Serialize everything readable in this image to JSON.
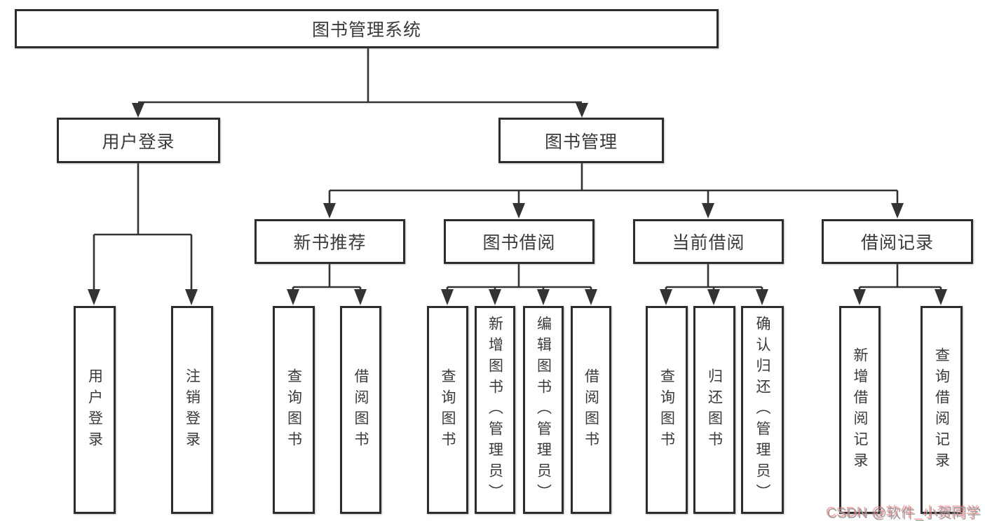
{
  "tree": {
    "label": "图书管理系统",
    "children": [
      {
        "label": "用户登录",
        "children": [
          {
            "label": "用户登录"
          },
          {
            "label": "注销登录"
          }
        ]
      },
      {
        "label": "图书管理",
        "children": [
          {
            "label": "新书推荐",
            "children": [
              {
                "label": "查询图书"
              },
              {
                "label": "借阅图书"
              }
            ]
          },
          {
            "label": "图书借阅",
            "children": [
              {
                "label": "查询图书"
              },
              {
                "label": "新增图书（管理员）"
              },
              {
                "label": "编辑图书（管理员）"
              },
              {
                "label": "借阅图书"
              }
            ]
          },
          {
            "label": "当前借阅",
            "children": [
              {
                "label": "查询图书"
              },
              {
                "label": "归还图书"
              },
              {
                "label": "确认归还（管理员）"
              }
            ]
          },
          {
            "label": "借阅记录",
            "children": [
              {
                "label": "新增借阅记录"
              },
              {
                "label": "查询借阅记录"
              }
            ]
          }
        ]
      }
    ]
  },
  "watermark": {
    "text": "CSDN @软件_小贺同学"
  },
  "colors": {
    "background": "#ffffff",
    "box_border": "#2d2d2d",
    "line": "#333333",
    "text": "#3a3a3a",
    "watermark_gray": "#9b9b9b",
    "watermark_red": "#f46e6e"
  }
}
